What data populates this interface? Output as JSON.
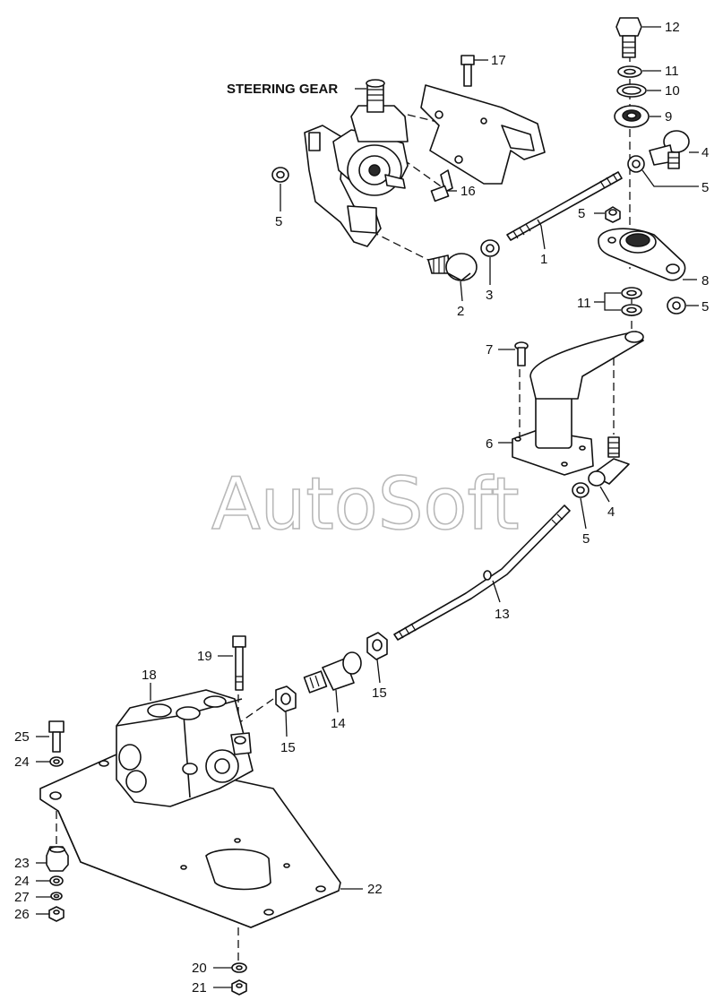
{
  "watermark": "AutoSoft",
  "steering_gear_label": "STEERING GEAR",
  "callouts": {
    "c12": "12",
    "c17": "17",
    "c11a": "11",
    "c10": "10",
    "c9": "9",
    "c4a": "4",
    "c5a": "5",
    "c5b": "5",
    "c5c": "5",
    "c16": "16",
    "c1": "1",
    "c8": "8",
    "c3": "3",
    "c2": "2",
    "c11b": "11",
    "c5d": "5",
    "c7": "7",
    "c6": "6",
    "c4b": "4",
    "c5e": "5",
    "c13": "13",
    "c18": "18",
    "c19": "19",
    "c15a": "15",
    "c14": "14",
    "c15b": "15",
    "c25": "25",
    "c24a": "24",
    "c23": "23",
    "c24b": "24",
    "c27": "27",
    "c26": "26",
    "c22": "22",
    "c20": "20",
    "c21": "21"
  }
}
